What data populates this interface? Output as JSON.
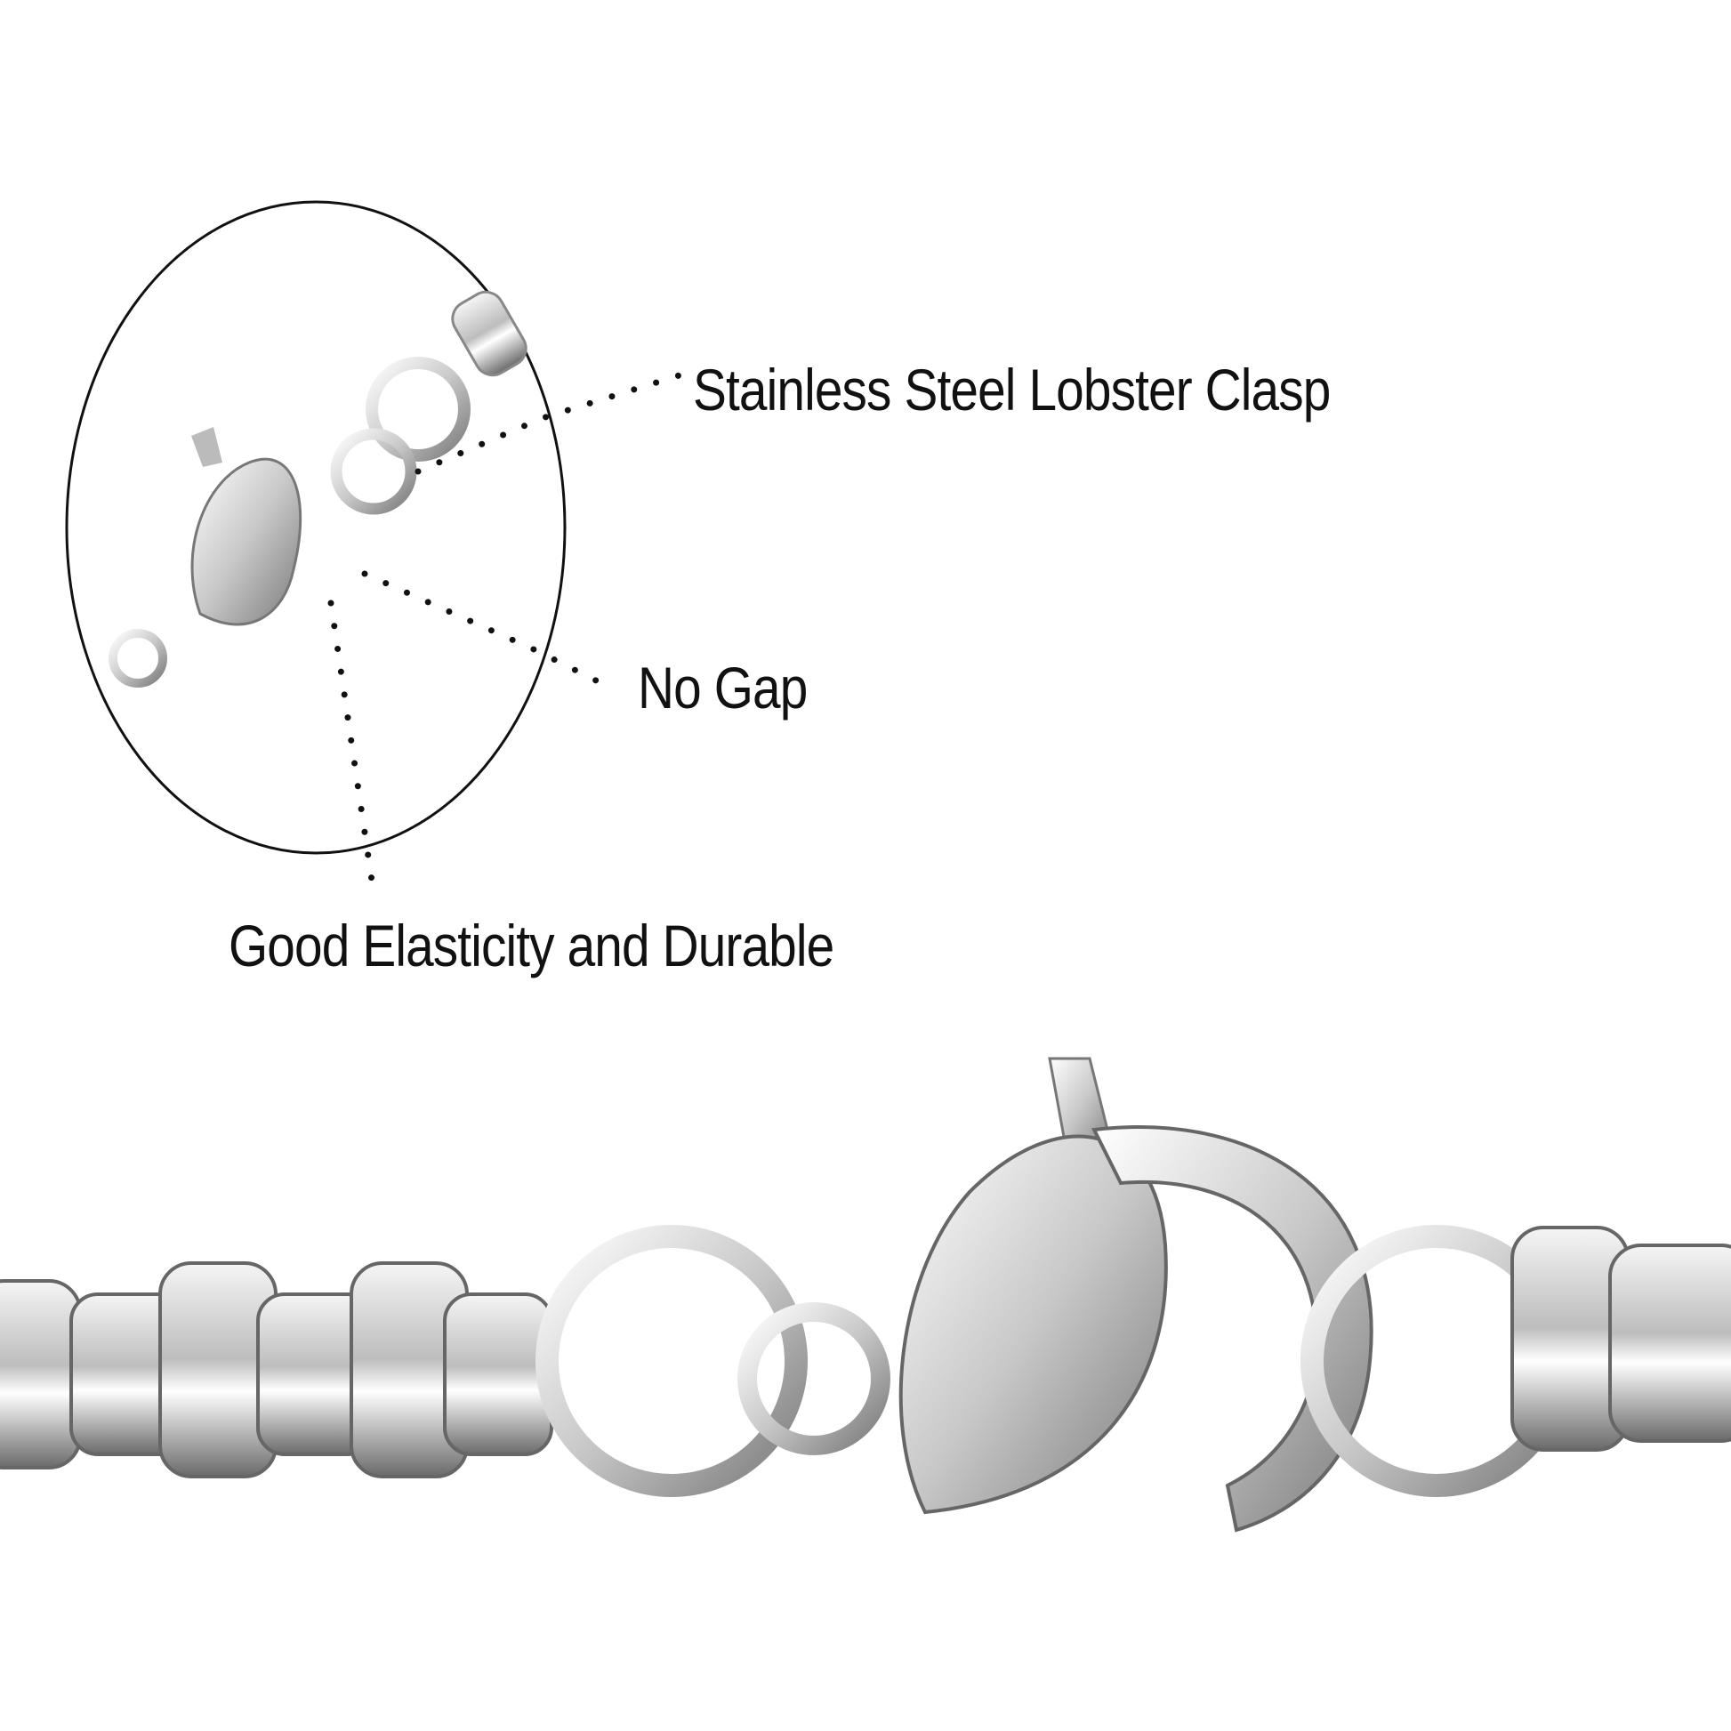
{
  "annotations": {
    "clasp": "Stainless Steel Lobster Clasp",
    "gap": "No Gap",
    "durable": "Good Elasticity and Durable"
  },
  "colors": {
    "metal_light": "#e6e6e6",
    "metal_dark": "#6f6f6f",
    "text": "#111111"
  }
}
